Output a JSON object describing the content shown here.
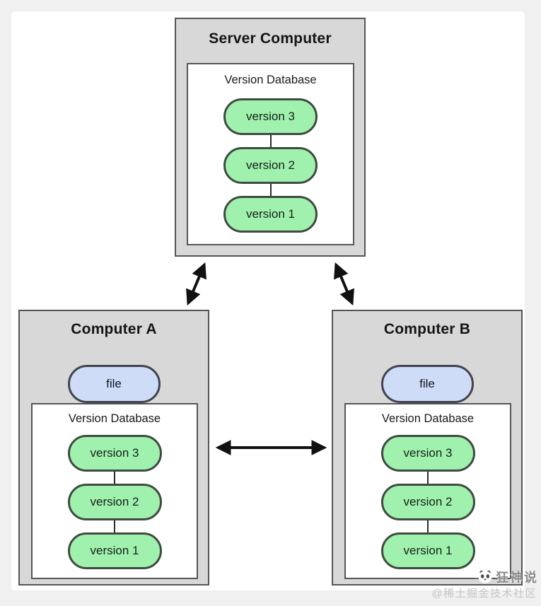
{
  "diagram": {
    "title_hint": "Distributed version control diagram",
    "server": {
      "title": "Server Computer",
      "db_label": "Version Database",
      "versions": [
        "version 3",
        "version 2",
        "version 1"
      ]
    },
    "computer_a": {
      "title": "Computer A",
      "file_label": "file",
      "db_label": "Version Database",
      "versions": [
        "version 3",
        "version 2",
        "version 1"
      ]
    },
    "computer_b": {
      "title": "Computer B",
      "file_label": "file",
      "db_label": "Version Database",
      "versions": [
        "version 3",
        "version 2",
        "version 1"
      ]
    },
    "connections": [
      "server-computer-a-bidirectional",
      "server-computer-b-bidirectional",
      "computer-a-computer-b-bidirectional",
      "db-to-file-computer-a",
      "db-to-file-computer-b"
    ]
  },
  "watermark": {
    "logo": "panda-icon",
    "brand": "狂神说",
    "community": "@稀土掘金技术社区"
  },
  "colors": {
    "page_bg": "#f0f0f0",
    "content_bg": "#ffffff",
    "machine_box_fill": "#d8d8d8",
    "box_border": "#55565a",
    "version_pill_fill": "#9ff1ad",
    "version_pill_border": "#3f4a42",
    "file_pill_fill": "#cedcf8",
    "file_pill_border": "#42444d",
    "arrow": "#111111",
    "watermark_brand": "#8f8d8a",
    "watermark_community": "#c7c4c0"
  }
}
